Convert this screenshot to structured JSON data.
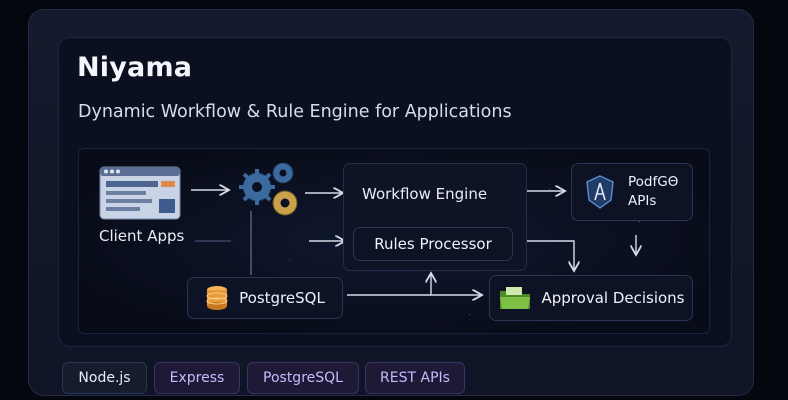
{
  "header": {
    "title": "Niyama",
    "subtitle": "Dynamic Workflow & Rule Engine for Applications"
  },
  "diagram": {
    "nodes": {
      "client": "Client Apps",
      "workflow": "Workflow Engine",
      "rules": "Rules Processor",
      "postgres": "PostgreSQL",
      "approval": "Approval Decisions",
      "pod_line1": "PodfGΘ",
      "pod_line2": "APIs"
    },
    "icons": [
      "browser-window-icon",
      "gears-icon",
      "database-icon",
      "folder-icon",
      "shield-icon"
    ]
  },
  "tech_stack": [
    {
      "label": "Node.js",
      "style": "neutral"
    },
    {
      "label": "Express",
      "style": "purple"
    },
    {
      "label": "PostgreSQL",
      "style": "purple"
    },
    {
      "label": "REST APIs",
      "style": "purple"
    }
  ],
  "colors": {
    "background": "#05070f",
    "card": "#131a2d",
    "accent_purple": "#c9b8ff",
    "gear_blue": "#3b6a9e",
    "gear_gold": "#c9a34b",
    "db_orange": "#e79a3a",
    "folder_green": "#6fae3c"
  }
}
